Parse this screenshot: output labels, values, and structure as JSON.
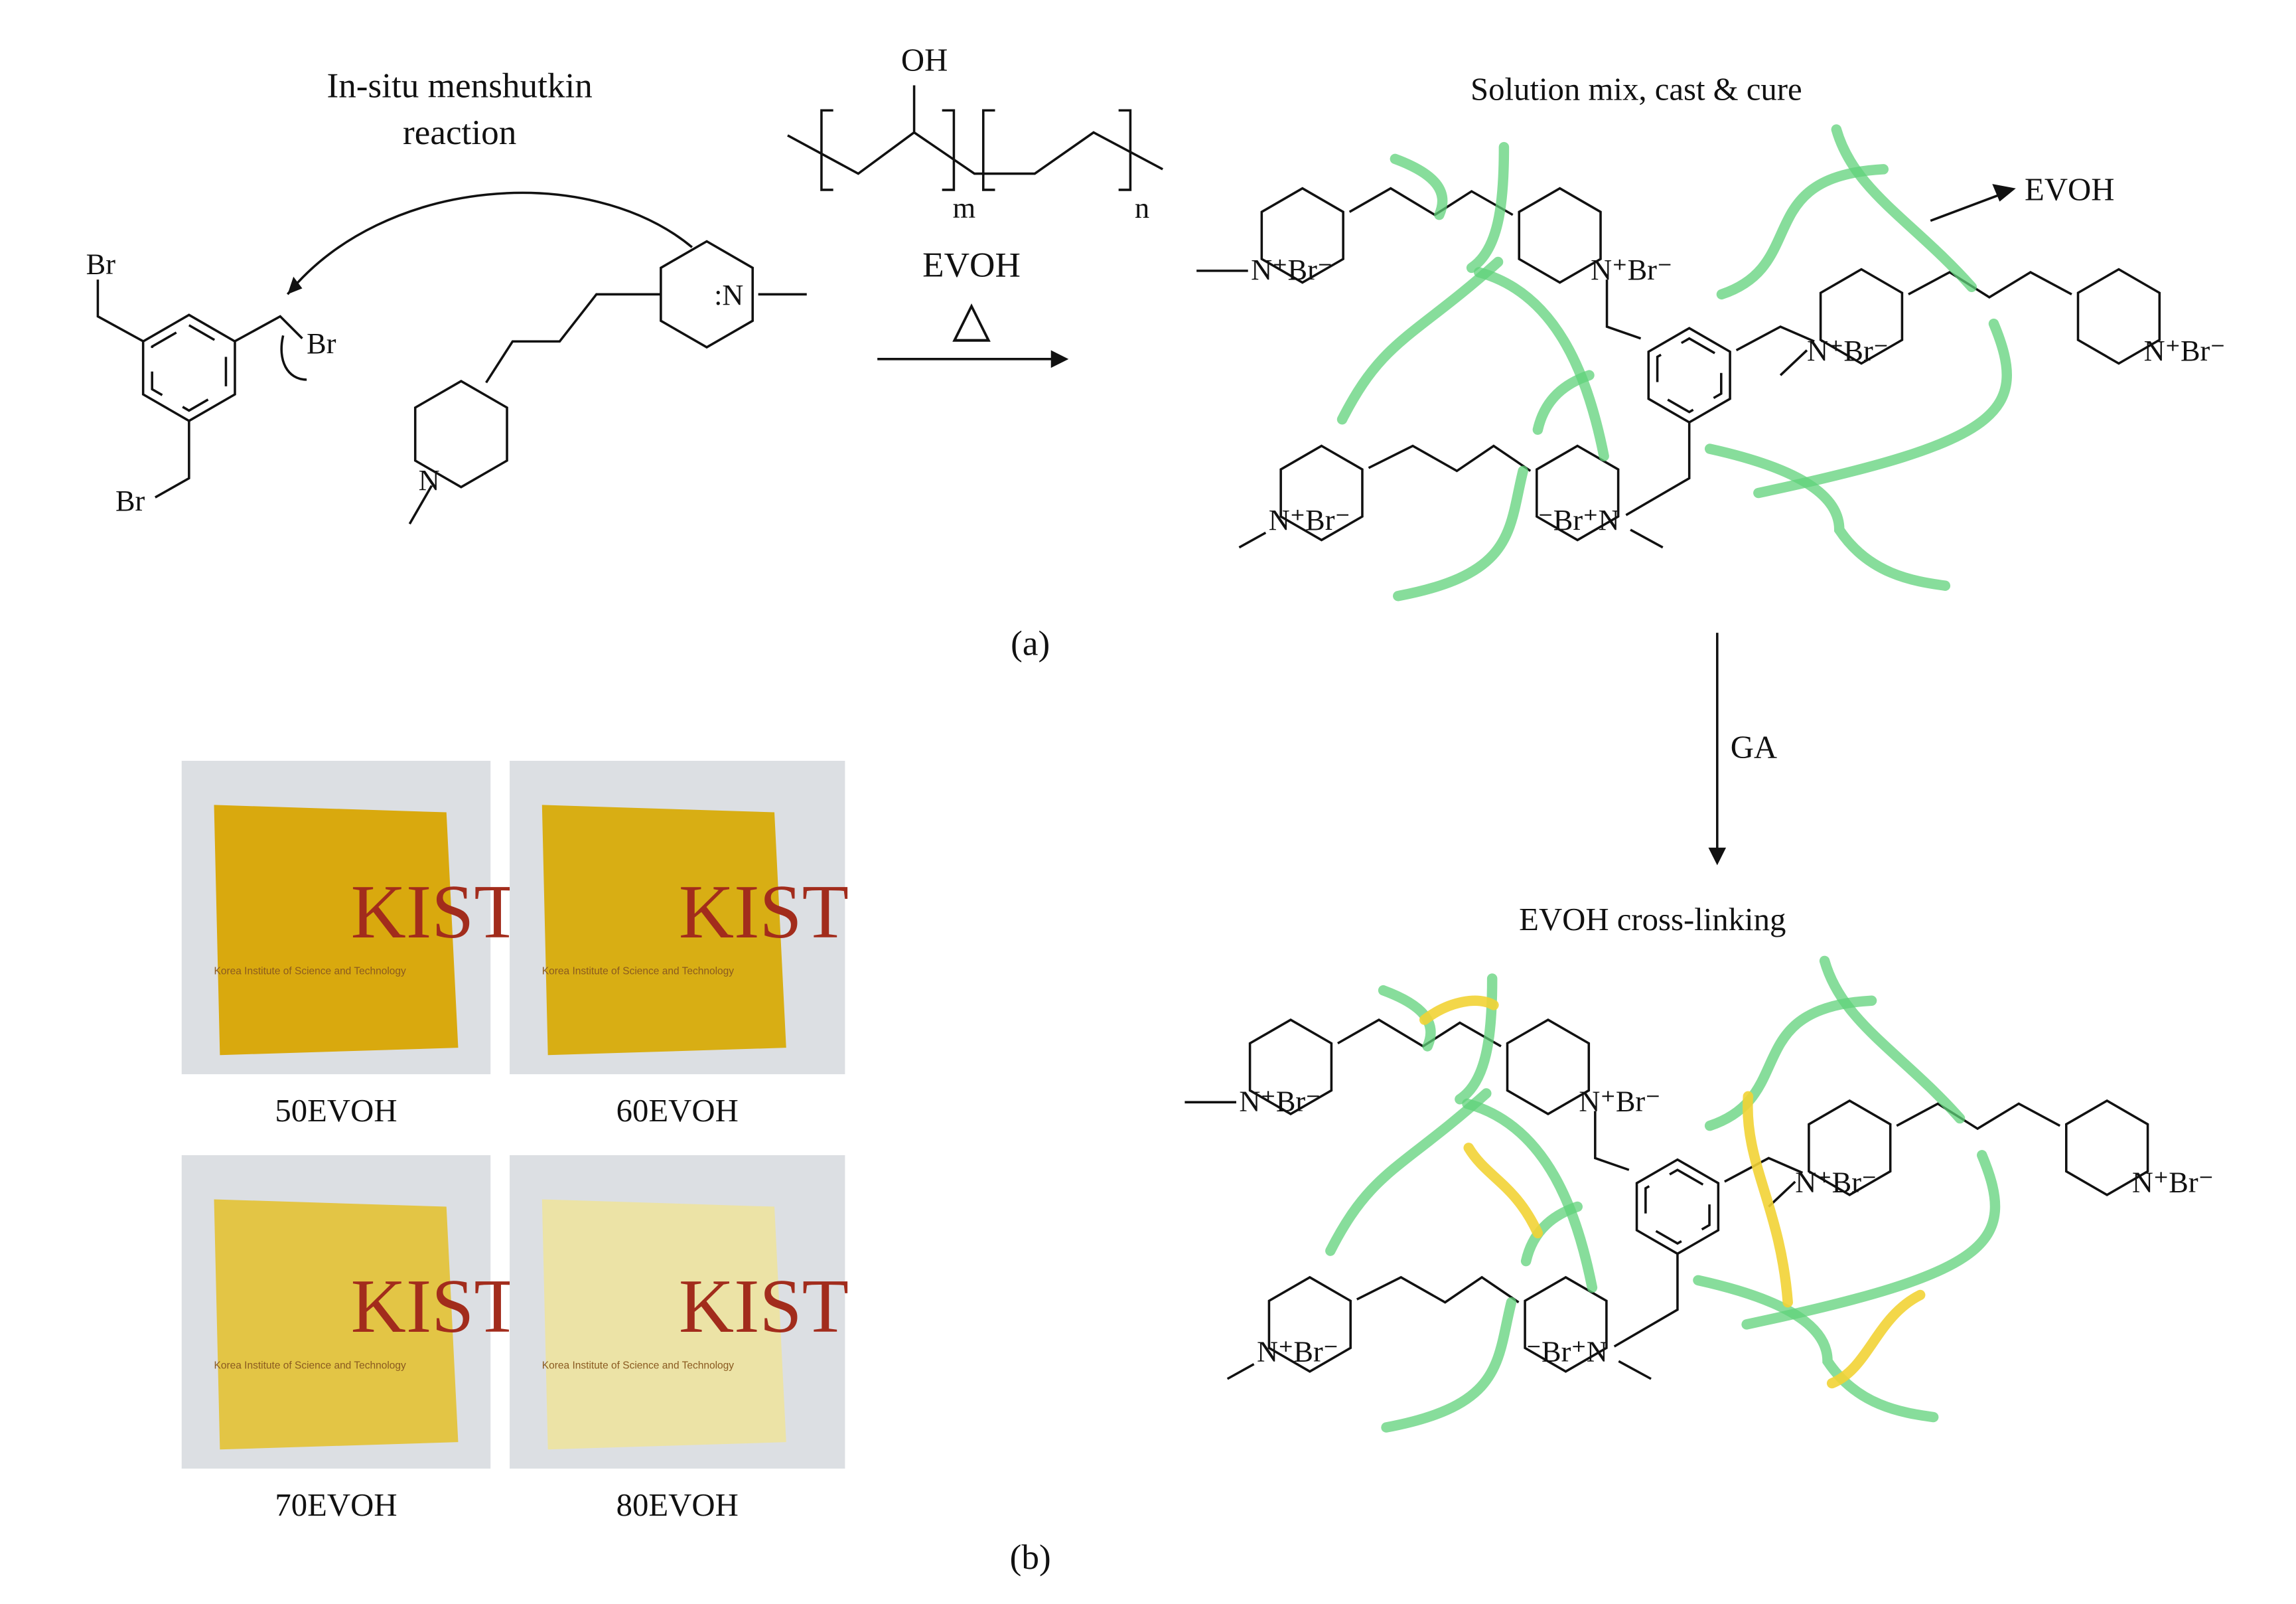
{
  "panel_a": {
    "reaction_title_line1": "In-situ menshutkin",
    "reaction_title_line2": "reaction",
    "br_labels": [
      "Br",
      "Br",
      "Br"
    ],
    "amine_n_top": ":N",
    "amine_n_bottom": "N",
    "polymer": {
      "oh": "OH",
      "m": "m",
      "n": "n",
      "name": "EVOH",
      "heat": "△"
    },
    "step1_title": "Solution mix, cast & cure",
    "evoh_pointer": "EVOH",
    "quat_label": "N⁺Br⁻",
    "quat_label_rev": "⁻Br⁺N",
    "panel_label": "(a)",
    "step2_reagent": "GA",
    "step2_title": "EVOH cross-linking"
  },
  "panel_b": {
    "panel_label": "(b)",
    "logo_text": "KIST",
    "logo_subtext": "Korea Institute of Science and Technology",
    "samples": [
      {
        "label": "50EVOH",
        "color": "#d9a90e"
      },
      {
        "label": "60EVOH",
        "color": "#d8ae14"
      },
      {
        "label": "70EVOH",
        "color": "#e3c545"
      },
      {
        "label": "80EVOH",
        "color": "#ece3a6"
      }
    ]
  }
}
